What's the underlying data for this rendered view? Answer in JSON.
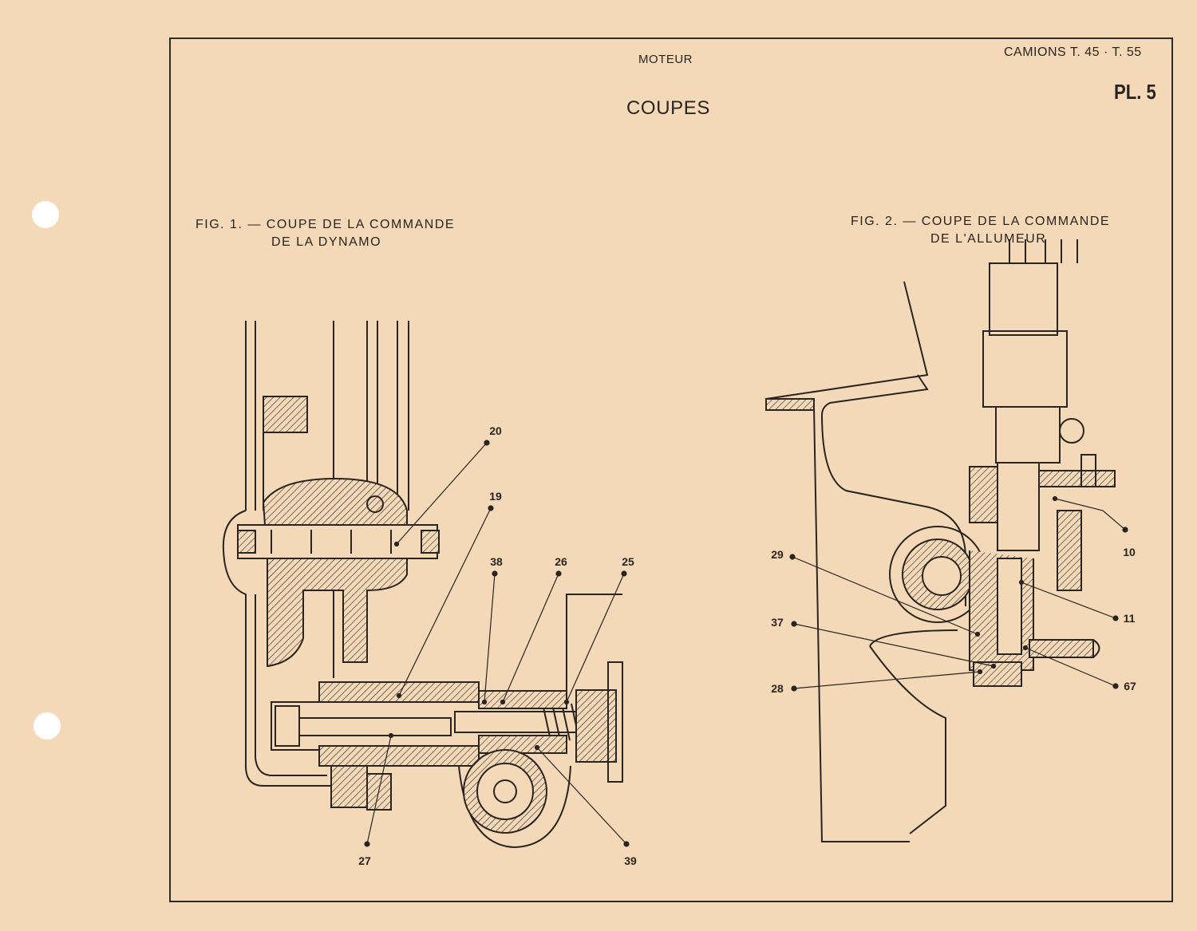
{
  "header": {
    "section": "MOTEUR",
    "vehicle": "CAMIONS T. 45 · T. 55",
    "plate": "PL. 5",
    "title": "COUPES"
  },
  "fig1": {
    "caption_line1": "FIG. 1. — COUPE DE LA COMMANDE",
    "caption_line2": "DE LA DYNAMO",
    "callouts": [
      "20",
      "19",
      "38",
      "26",
      "25",
      "27",
      "39"
    ]
  },
  "fig2": {
    "caption_line1": "FIG. 2. — COUPE DE LA COMMANDE",
    "caption_line2": "DE L'ALLUMEUR",
    "callouts": [
      "29",
      "37",
      "28",
      "10",
      "11",
      "67"
    ]
  },
  "colors": {
    "paper": "#f3d9b8",
    "ink": "#2a2420",
    "frame": "#2b2b2b"
  }
}
